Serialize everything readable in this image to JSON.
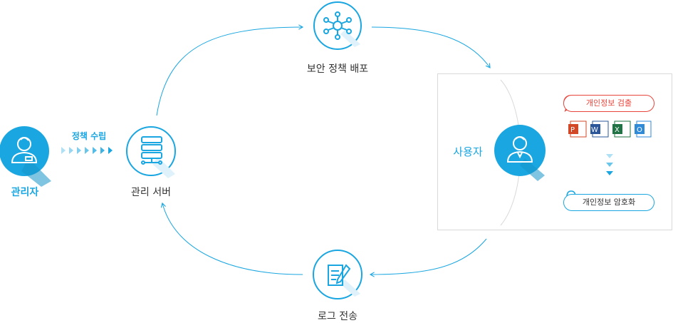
{
  "nodes": {
    "admin": "관리자",
    "policy_setup": "정책 수립",
    "server": "관리 서버",
    "policy_deploy": "보안 정책 배포",
    "user": "사용자",
    "log_transfer": "로그 전송"
  },
  "user_panel": {
    "detect": "개인정보 검출",
    "encrypt": "개인정보 암호화",
    "file_icons": [
      "powerpoint-icon",
      "word-icon",
      "excel-icon",
      "outlook-icon"
    ]
  },
  "colors": {
    "primary": "#1aa6e0",
    "alert": "#e8453c"
  }
}
